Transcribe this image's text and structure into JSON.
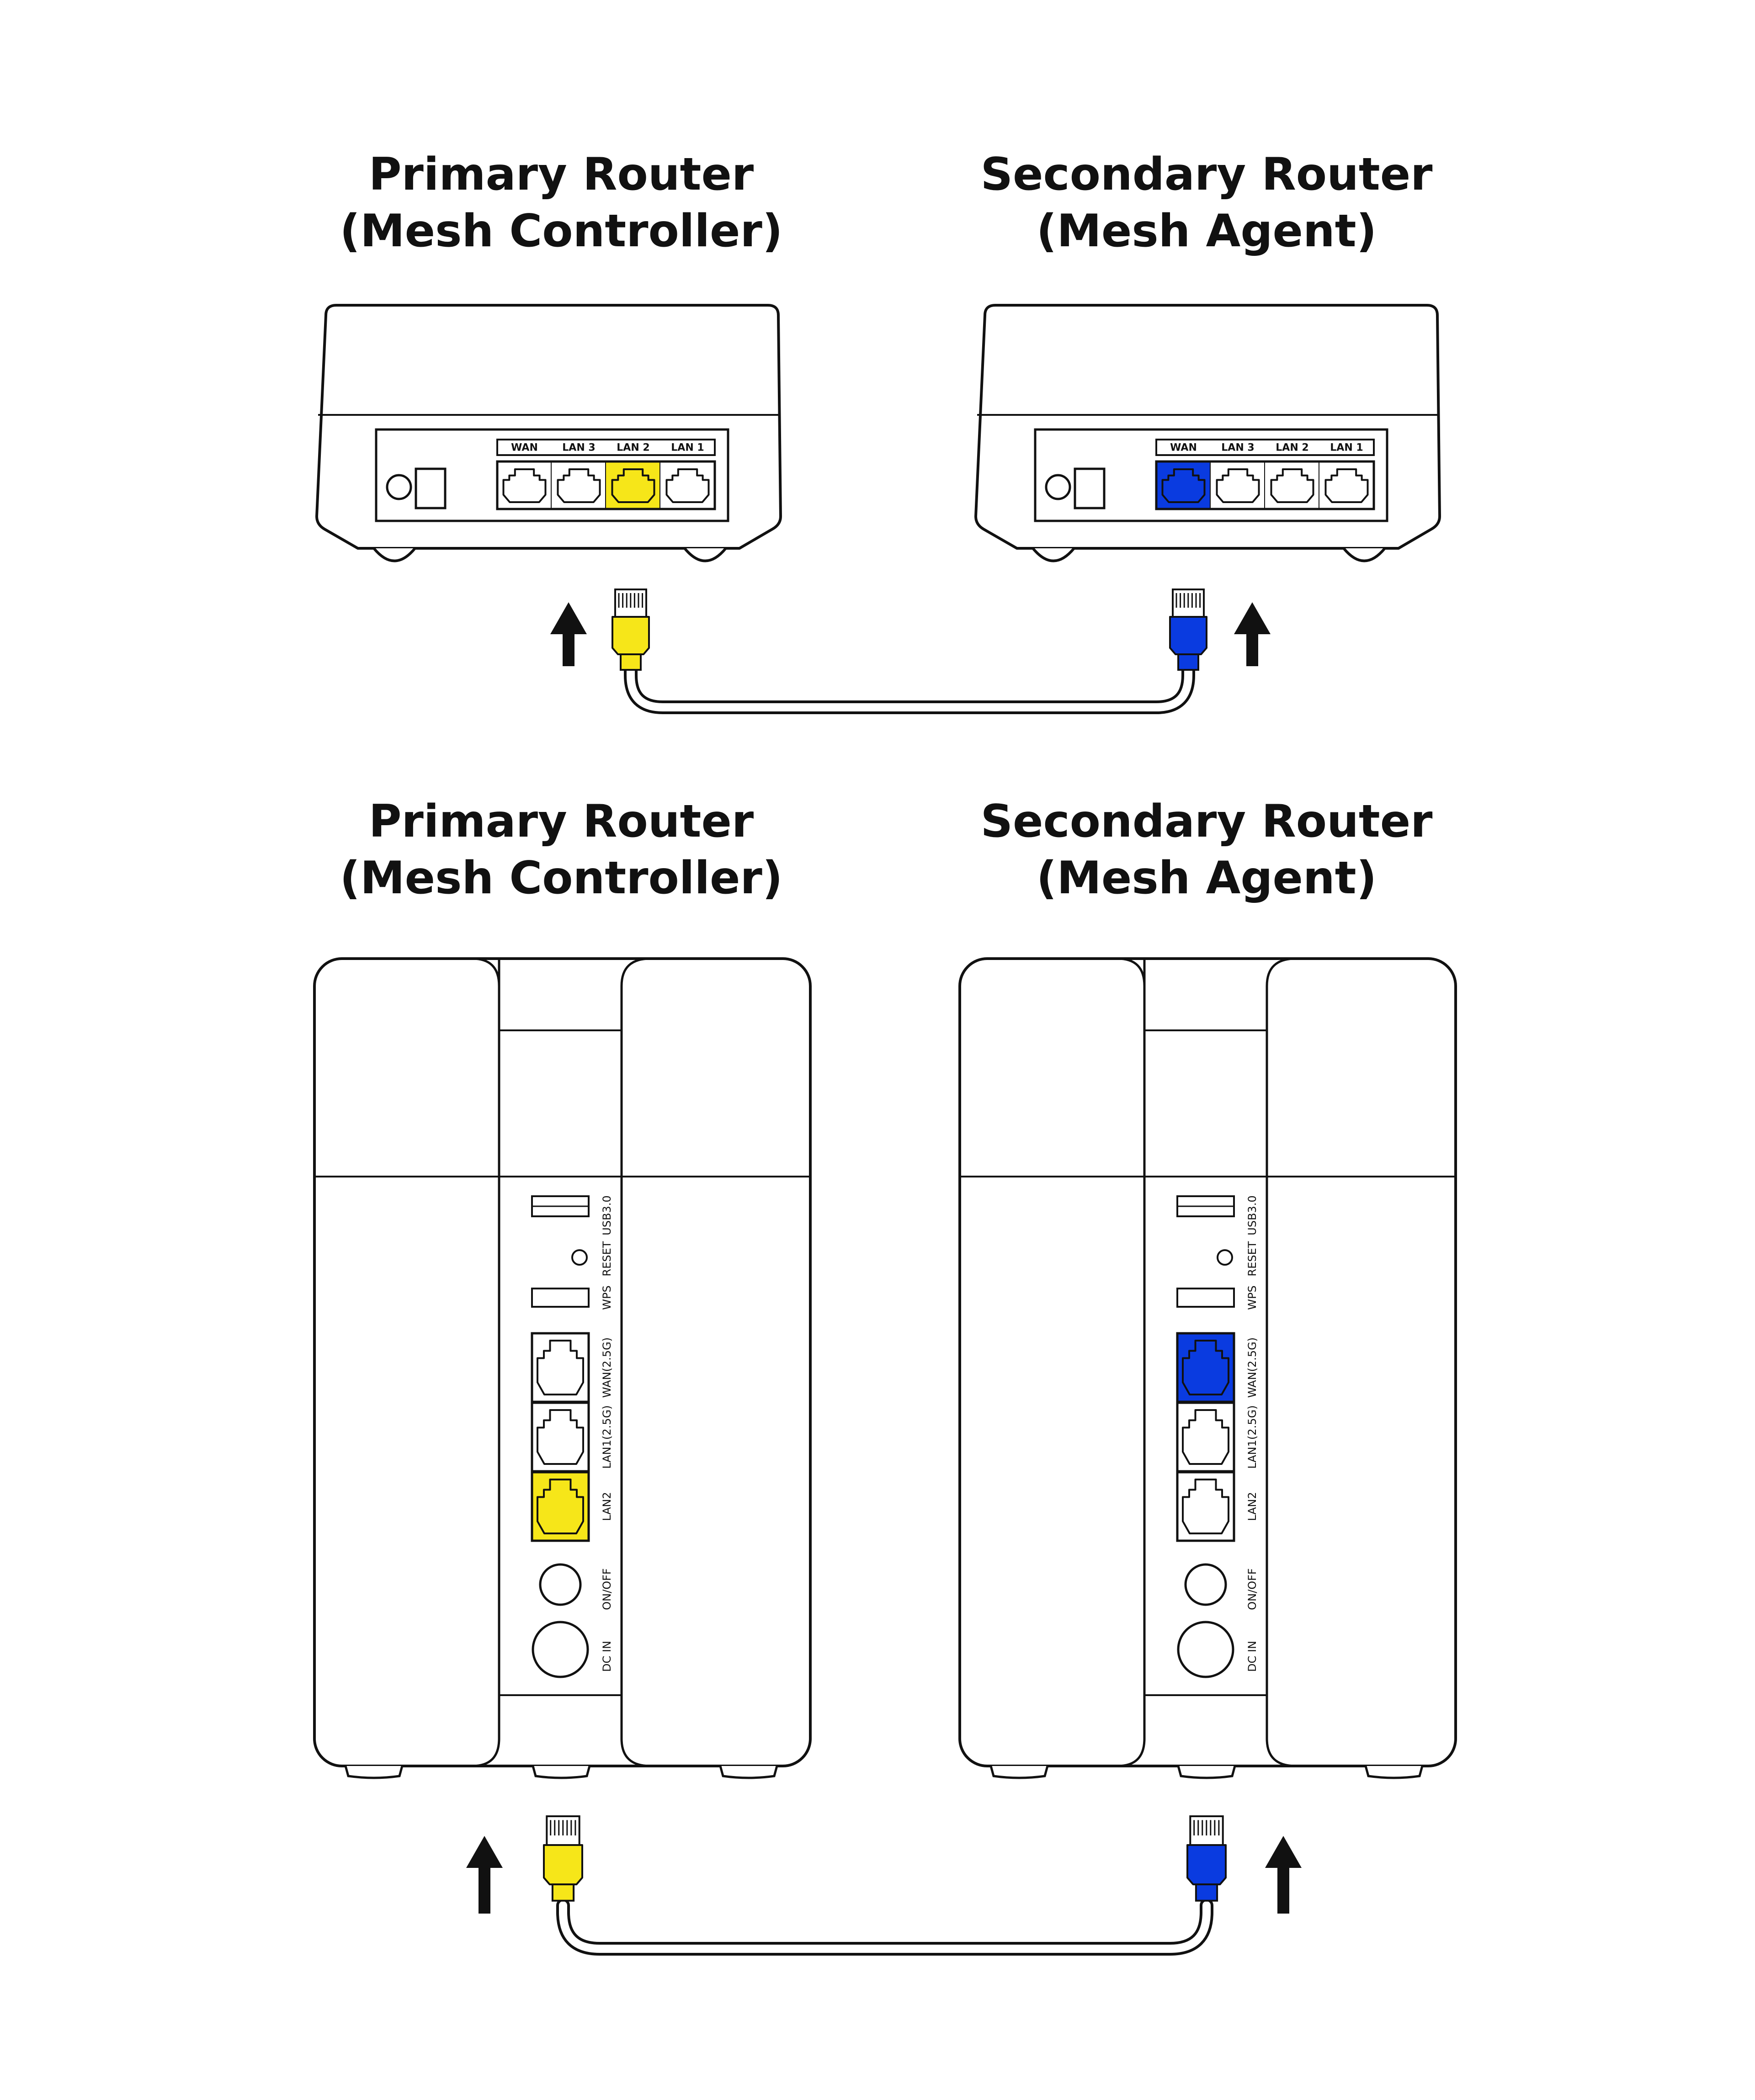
{
  "colors": {
    "line": "#111111",
    "yellow": "#f6e619",
    "blue": "#0a3be0",
    "white": "#ffffff"
  },
  "top": {
    "primary": {
      "title_line1": "Primary Router",
      "title_line2": "(Mesh Controller)"
    },
    "secondary": {
      "title_line1": "Secondary Router",
      "title_line2": "(Mesh Agent)"
    },
    "port_labels": [
      "WAN",
      "LAN 3",
      "LAN 2",
      "LAN 1"
    ],
    "primary_highlight": "LAN 2",
    "secondary_highlight": "WAN"
  },
  "bottom": {
    "primary": {
      "title_line1": "Primary Router",
      "title_line2": "(Mesh Controller)"
    },
    "secondary": {
      "title_line1": "Secondary Router",
      "title_line2": "(Mesh Agent)"
    },
    "labels": {
      "usb": "USB3.0",
      "reset": "RESET",
      "wps": "WPS",
      "wan": "WAN(2.5G)",
      "lan1": "LAN1(2.5G)",
      "lan2": "LAN2",
      "onoff": "ON/OFF",
      "dcin": "DC IN"
    },
    "primary_highlight": "LAN2",
    "secondary_highlight": "WAN(2.5G)"
  },
  "icons": [
    "up-arrow-icon",
    "ethernet-plug-icon",
    "ethernet-port-icon",
    "reset-button-icon"
  ]
}
